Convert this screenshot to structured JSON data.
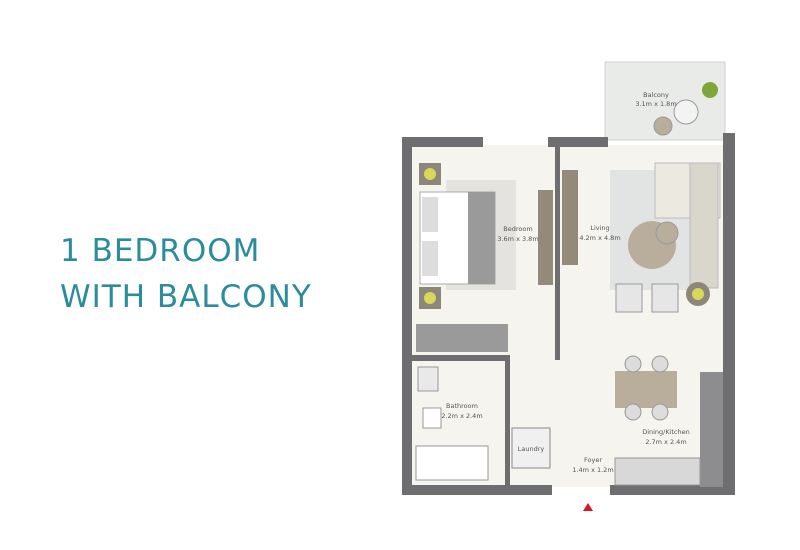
{
  "title": {
    "line1": "1 BEDROOM",
    "line2": "WITH BALCONY"
  },
  "rooms": {
    "balcony": {
      "name": "Balcony",
      "size": "3.1m x 1.8m"
    },
    "bedroom": {
      "name": "Bedroom",
      "size": "3.6m x 3.8m"
    },
    "living": {
      "name": "Living",
      "size": "4.2m x 4.8m"
    },
    "bathroom": {
      "name": "Bathroom",
      "size": "2.2m x 2.4m"
    },
    "laundry": {
      "name": "Laundry"
    },
    "foyer": {
      "name": "Foyer",
      "size": "1.4m x 1.2m"
    },
    "dining": {
      "name": "Dining/Kitchen",
      "size": "2.7m x 2.4m"
    }
  },
  "colors": {
    "title": "#2b8c9c",
    "wall": "#6e6e70",
    "floor": "#f6f4ef",
    "furniture": "#b9ae9c",
    "entrance": "#e0141e"
  }
}
